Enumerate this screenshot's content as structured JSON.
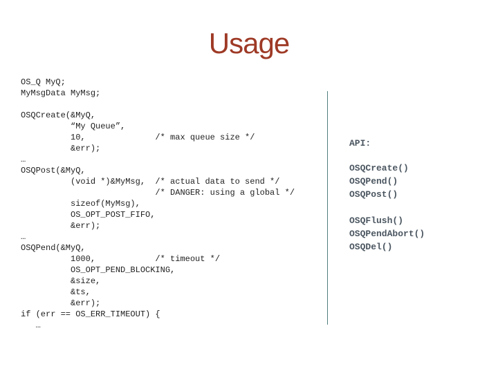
{
  "slide": {
    "title": "Usage",
    "colors": {
      "background": "#ffffff",
      "title": "#9e3a26",
      "code": "#1e1e1e",
      "api": "#4b5660",
      "divider": "#4f7d7e"
    },
    "code_text": "OS_Q MyQ;\nMyMsgData MyMsg;\n\nOSQCreate(&MyQ,\n          “My Queue”,\n          10,              /* max queue size */\n          &err);\n…\nOSQPost(&MyQ,\n          (void *)&MyMsg,  /* actual data to send */\n                           /* DANGER: using a global */\n          sizeof(MyMsg),\n          OS_OPT_POST_FIFO,\n          &err);\n…\nOSQPend(&MyQ,\n          1000,            /* timeout */\n          OS_OPT_PEND_BLOCKING,\n          &size,\n          &ts,\n          &err);\nif (err == OS_ERR_TIMEOUT) {\n   …",
    "api_panel": {
      "heading": "API:",
      "group1": [
        "OSQCreate()",
        "OSQPend()",
        "OSQPost()"
      ],
      "group2": [
        "OSQFlush()",
        "OSQPendAbort()",
        "OSQDel()"
      ]
    }
  }
}
